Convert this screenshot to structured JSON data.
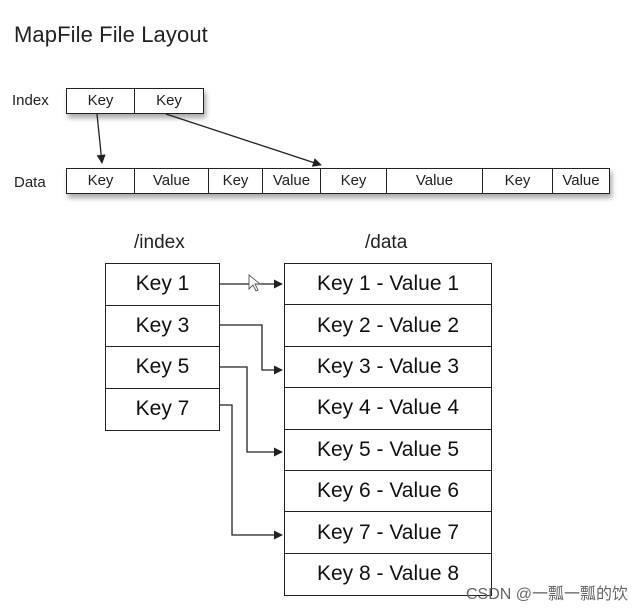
{
  "title": "MapFile File Layout",
  "top_diagram": {
    "index_label": "Index",
    "index_cells": [
      "Key",
      "Key"
    ],
    "data_label": "Data",
    "data_cells": [
      "Key",
      "Value",
      "Key",
      "Value",
      "Key",
      "Value",
      "Key",
      "Value"
    ]
  },
  "bottom_diagram": {
    "index_header": "/index",
    "data_header": "/data",
    "index_cells": [
      "Key 1",
      "Key 3",
      "Key 5",
      "Key 7"
    ],
    "data_cells": [
      "Key 1 - Value 1",
      "Key 2 - Value 2",
      "Key 3 - Value 3",
      "Key 4 - Value 4",
      "Key 5 - Value 5",
      "Key 6 - Value 6",
      "Key 7 - Value 7",
      "Key 8 - Value 8"
    ],
    "links": [
      {
        "from": "Key 1",
        "to": "Key 1 - Value 1"
      },
      {
        "from": "Key 3",
        "to": "Key 3 - Value 3"
      },
      {
        "from": "Key 5",
        "to": "Key 5 - Value 5"
      },
      {
        "from": "Key 7",
        "to": "Key 7 - Value 7"
      }
    ]
  },
  "watermark": "CSDN @一瓢一瓢的饮",
  "colors": {
    "line": "#222222",
    "background": "#ffffff",
    "watermark": "#666666"
  }
}
